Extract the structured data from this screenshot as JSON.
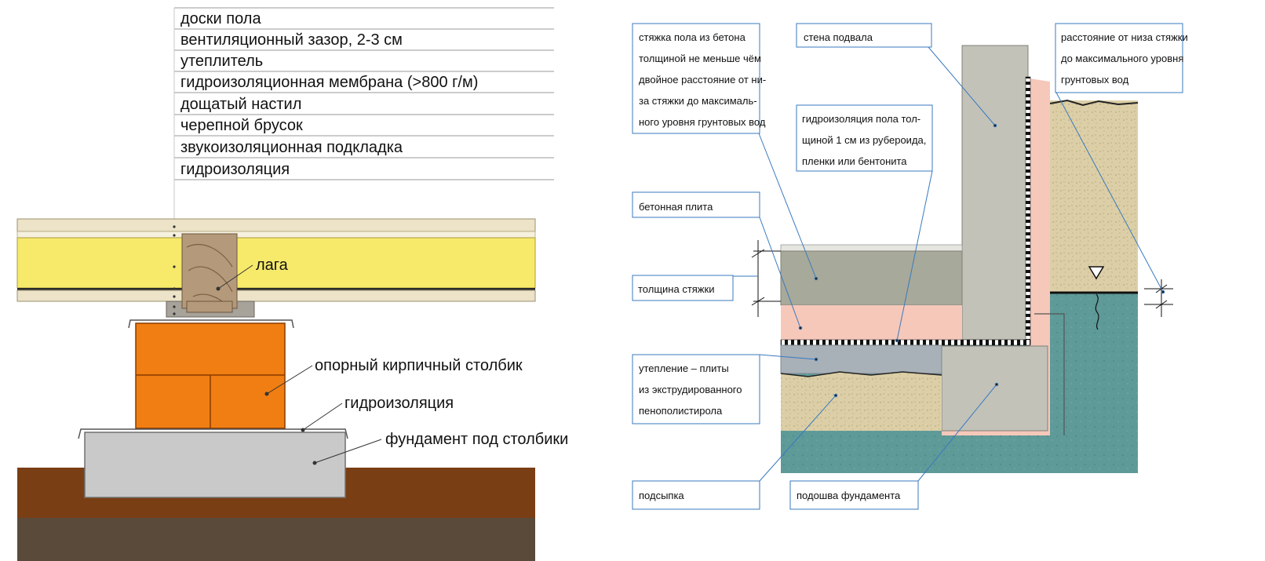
{
  "left_diagram": {
    "layers_list": [
      "доски пола",
      "вентиляционный зазор, 2-3 см",
      "утеплитель",
      "гидроизоляционная мембрана (>800 г/м)",
      "дощатый настил",
      "черепной брусок",
      "звукоизоляционная подкладка",
      "гидроизоляция"
    ],
    "callouts": {
      "laga": "лага",
      "brick_pillar": "опорный кирпичный столбик",
      "waterproofing": "гидроизоляция",
      "pillar_foundation": "фундамент под столбики"
    }
  },
  "right_diagram": {
    "screed_note": [
      "стяжка пола из бетона",
      "толщиной не меньше чём",
      "двойное расстояние от ни-",
      "за стяжки до максималь-",
      "ного уровня грунтовых вод"
    ],
    "basement_wall": [
      "стена подвала"
    ],
    "distance_note": [
      "расстояние от низа стяжки",
      "до максимального уровня",
      "грунтовых вод"
    ],
    "floor_waterproofing": [
      "гидроизоляция пола тол-",
      "щиной 1 см из рубероида,",
      "пленки или бентонита"
    ],
    "concrete_slab": [
      "бетонная плита"
    ],
    "screed_thickness": [
      "толщина стяжки"
    ],
    "insulation": [
      "утепление – плиты",
      "из экструдированного",
      "пенополистирола"
    ],
    "backfill": [
      "подсыпка"
    ],
    "footing": [
      "подошва фундамента"
    ]
  }
}
